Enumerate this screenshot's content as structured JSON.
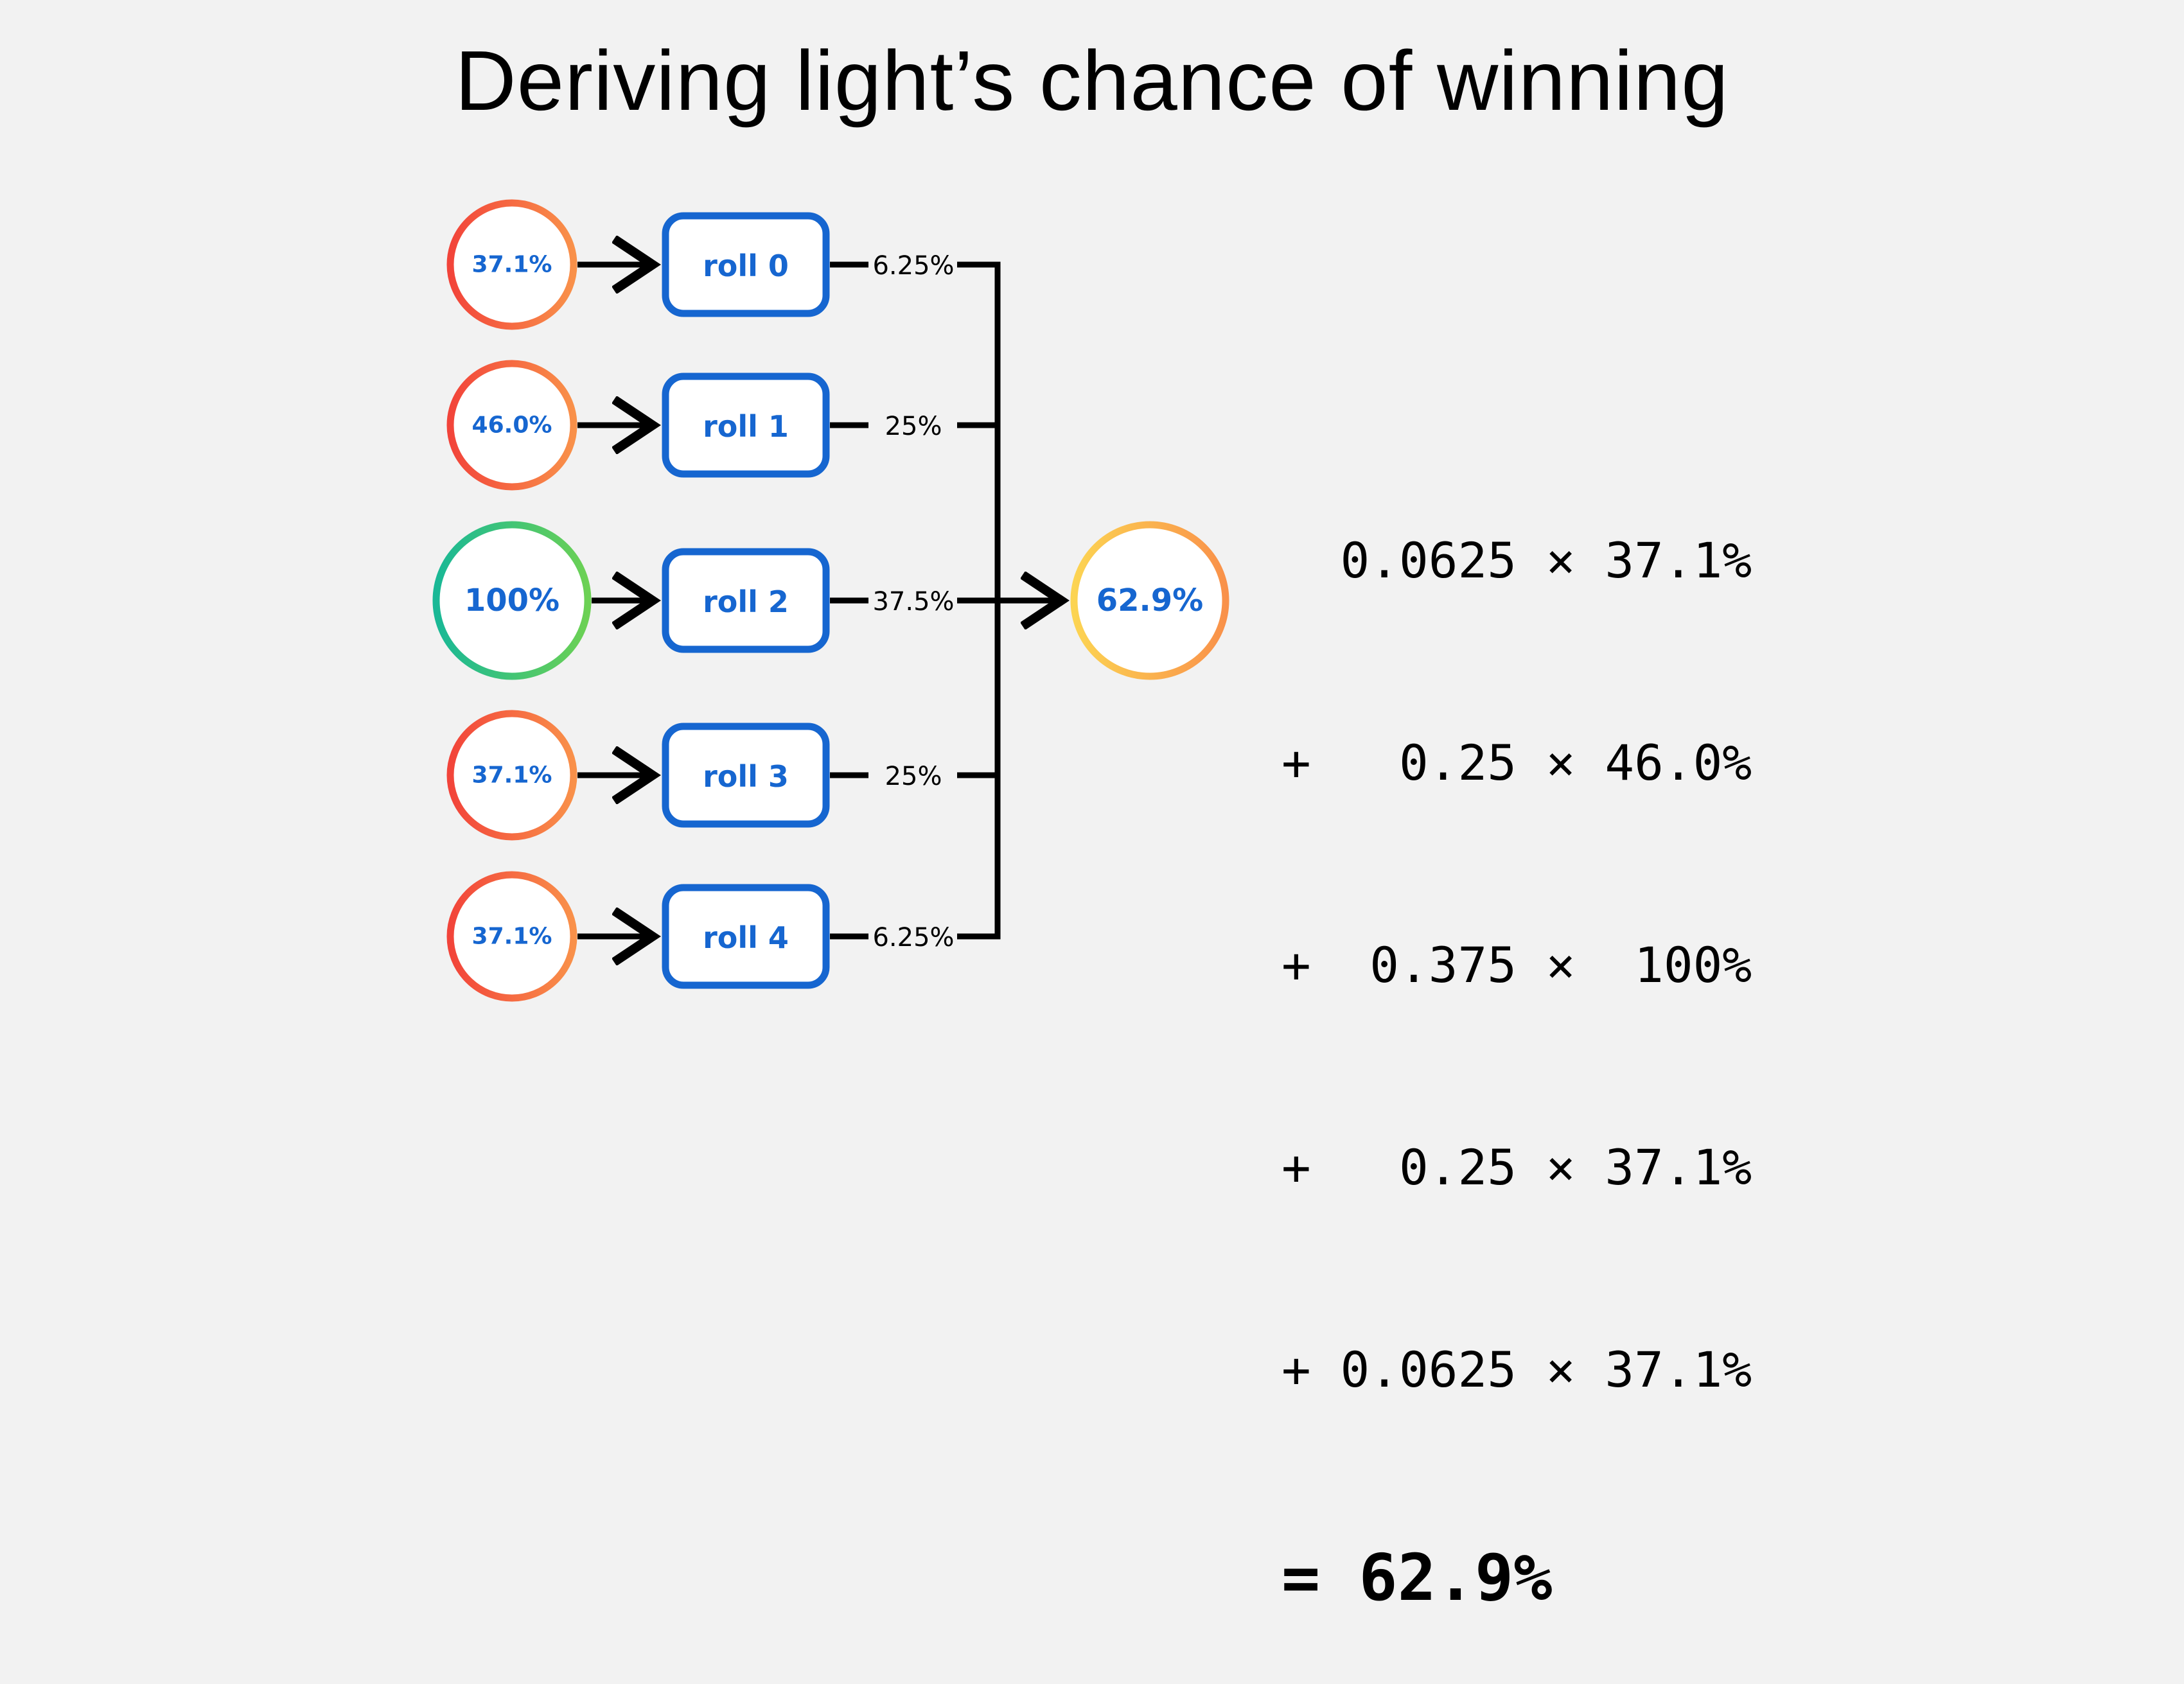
{
  "title": "Deriving light’s chance of winning",
  "rows": [
    {
      "input": "37.1%",
      "roll": "roll 0",
      "prob": "6.25%",
      "ring": "red"
    },
    {
      "input": "46.0%",
      "roll": "roll 1",
      "prob": "25%",
      "ring": "red"
    },
    {
      "input": "100%",
      "roll": "roll 2",
      "prob": "37.5%",
      "ring": "green"
    },
    {
      "input": "37.1%",
      "roll": "roll 3",
      "prob": "25%",
      "ring": "red"
    },
    {
      "input": "37.1%",
      "roll": "roll 4",
      "prob": "6.25%",
      "ring": "red"
    }
  ],
  "result": "62.9%",
  "formula": {
    "lines": [
      "  0.0625 × 37.1%",
      "+   0.25 × 46.0%",
      "+  0.375 ×  100%",
      "+   0.25 × 37.1%",
      "+ 0.0625 × 37.1%"
    ],
    "total": "= 62.9%"
  },
  "colors": {
    "accent_blue": "#1666d0",
    "ring_red_start": "#f2443a",
    "ring_red_end": "#f9914a",
    "ring_green_start": "#19b896",
    "ring_green_end": "#6cd154",
    "ring_result_start": "#fcd452",
    "ring_result_end": "#f9914a",
    "background": "#f2f2f2"
  }
}
